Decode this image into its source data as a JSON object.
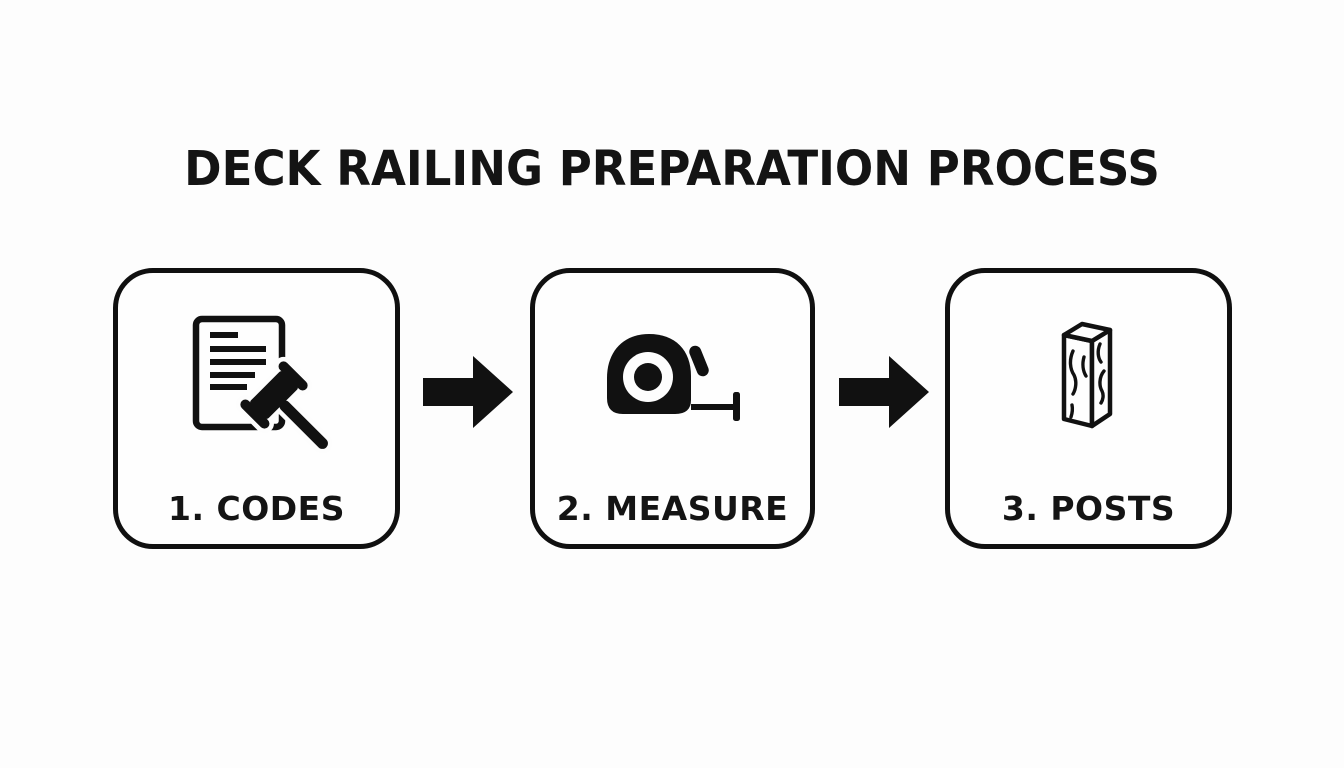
{
  "title": "DECK RAILING PREPARATION PROCESS",
  "steps": [
    {
      "label": "1. CODES",
      "icon": "document-gavel-icon"
    },
    {
      "label": "2. MEASURE",
      "icon": "tape-measure-icon"
    },
    {
      "label": "3. POSTS",
      "icon": "wood-post-icon"
    }
  ],
  "arrows": [
    {
      "icon": "right-arrow-icon"
    },
    {
      "icon": "right-arrow-icon"
    }
  ],
  "colors": {
    "background": "#fdfdfd",
    "ink": "#111111",
    "box_border": "#101010",
    "box_fill": "#fefefe"
  }
}
